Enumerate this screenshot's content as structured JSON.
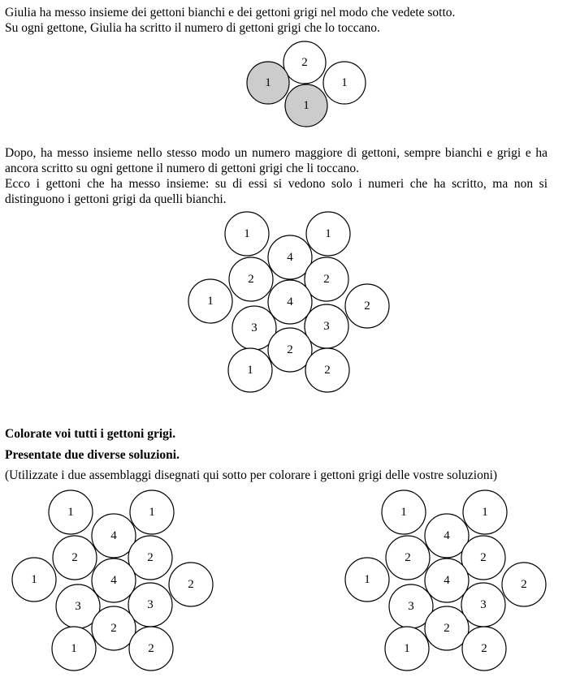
{
  "intro": {
    "line1": "Giulia ha messo insieme dei gettoni bianchi e dei gettoni grigi nel modo che vedete sotto.",
    "line2": "Su ogni gettone, Giulia ha scritto il numero di gettoni grigi che lo toccano."
  },
  "example_tokens": [
    {
      "label": "2",
      "color": "white"
    },
    {
      "label": "1",
      "color": "gray"
    },
    {
      "label": "1",
      "color": "white"
    },
    {
      "label": "1",
      "color": "gray"
    }
  ],
  "middle": {
    "paragraph1": "Dopo, ha messo insieme nello stesso modo un numero maggiore di gettoni, sempre bianchi e grigi e ha ancora scritto su ogni gettone il numero di gettoni grigi che li toccano.",
    "paragraph2": "Ecco i gettoni che ha messo insieme: su di essi si vedono solo i numeri che ha scritto, ma non si distinguono i gettoni grigi da quelli bianchi."
  },
  "assembly_labels": [
    "1",
    "1",
    "4",
    "2",
    "2",
    "1",
    "4",
    "2",
    "3",
    "3",
    "2",
    "1",
    "2"
  ],
  "task": {
    "instruction1": "Colorate voi tutti i gettoni grigi.",
    "instruction2": "Presentate due diverse soluzioni.",
    "note": "(Utilizzate i due assemblaggi disegnati qui sotto per colorare i gettoni grigi delle vostre soluzioni)"
  },
  "colors": {
    "gray_token": "#cccccc",
    "white_token": "#ffffff"
  }
}
